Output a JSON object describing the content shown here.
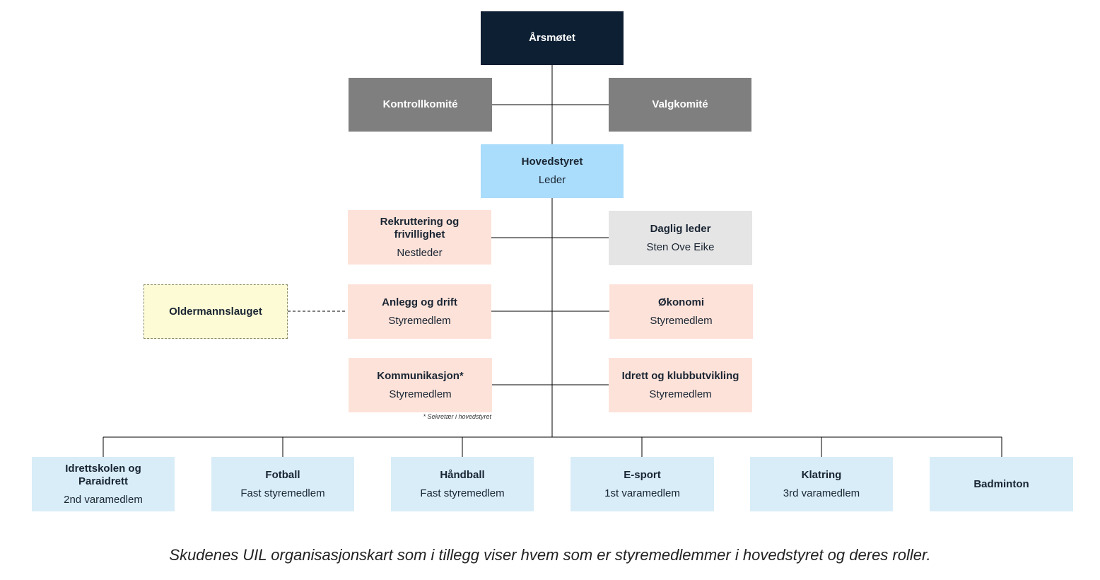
{
  "top": {
    "title": "Årsmøtet"
  },
  "kontroll": {
    "title": "Kontrollkomité"
  },
  "valg": {
    "title": "Valgkomité"
  },
  "hovedstyret": {
    "title": "Hovedstyret",
    "role": "Leder"
  },
  "rekruttering": {
    "title": "Rekruttering og frivillighet",
    "role": "Nestleder"
  },
  "daglig": {
    "title": "Daglig leder",
    "role": "Sten Ove Eike"
  },
  "oldermann": {
    "title": "Oldermannslauget"
  },
  "anlegg": {
    "title": "Anlegg og drift",
    "role": "Styremedlem"
  },
  "okonomi": {
    "title": "Økonomi",
    "role": "Styremedlem"
  },
  "kommunikasjon": {
    "title": "Kommunikasjon*",
    "role": "Styremedlem"
  },
  "idrett": {
    "title": "Idrett og klubbutvikling",
    "role": "Styremedlem"
  },
  "footnote": "* Sekretær i hovedstyret",
  "groups": [
    {
      "title": "Idrettskolen og Paraidrett",
      "role": "2nd varamedlem"
    },
    {
      "title": "Fotball",
      "role": "Fast styremedlem"
    },
    {
      "title": "Håndball",
      "role": "Fast styremedlem"
    },
    {
      "title": "E-sport",
      "role": "1st varamedlem"
    },
    {
      "title": "Klatring",
      "role": "3rd varamedlem"
    },
    {
      "title": "Badminton",
      "role": ""
    }
  ],
  "caption": "Skudenes UIL organisasjonskart som i tillegg viser hvem som er styremedlemmer i hovedstyret og deres roller.",
  "colors": {
    "top": "#0d1f33",
    "committee": "#7f7f7f",
    "board": "#aadcfb",
    "member": "#fde2d9",
    "manager": "#e5e5e5",
    "oldermann": "#fdfbd5",
    "group": "#d8edf8"
  }
}
